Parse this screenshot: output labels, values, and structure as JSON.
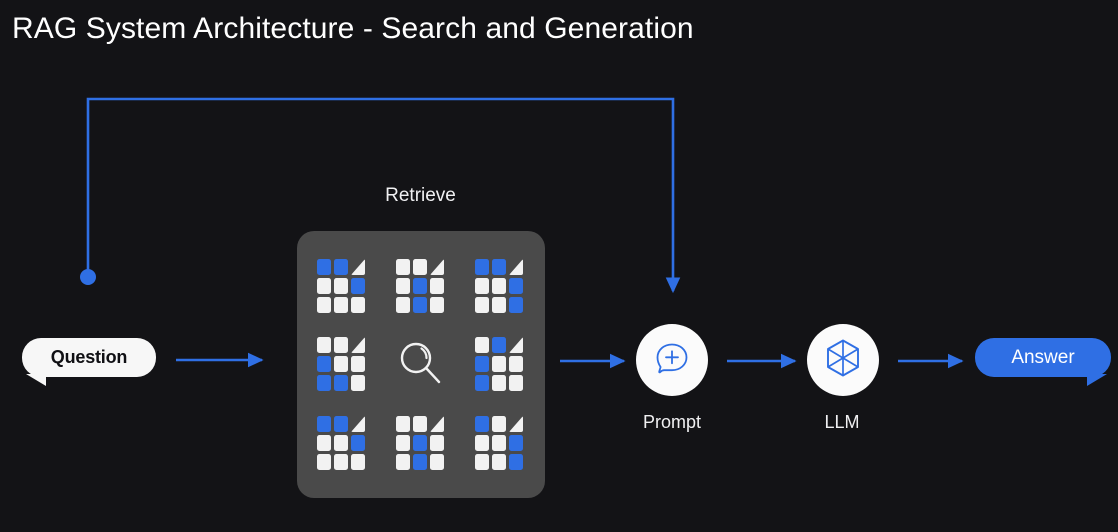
{
  "page": {
    "title": "RAG System Architecture - Search and Generation",
    "background_color": "#131316"
  },
  "colors": {
    "accent_blue": "#2f6fe4",
    "panel_gray": "#4a4a4a",
    "bubble_white": "#f7f7f7",
    "text_white": "#f0f0f2",
    "text_dark": "#101014"
  },
  "nodes": {
    "question": {
      "label": "Question",
      "type": "speech-bubble",
      "fill": "#f7f7f7",
      "text_color": "#101014"
    },
    "retrieve": {
      "label": "Retrieve",
      "panel_color": "#4a4a4a",
      "search_icon": "magnifier-icon",
      "documents": [
        {
          "name": "document-1",
          "cells": [
            "blue",
            "blue",
            "fold",
            "white",
            "white",
            "blue",
            "white",
            "white",
            "white"
          ]
        },
        {
          "name": "document-2",
          "cells": [
            "white",
            "white",
            "fold",
            "white",
            "blue",
            "white",
            "white",
            "blue",
            "white"
          ]
        },
        {
          "name": "document-3",
          "cells": [
            "blue",
            "blue",
            "fold",
            "white",
            "white",
            "blue",
            "white",
            "white",
            "blue"
          ]
        },
        {
          "name": "document-4",
          "cells": [
            "white",
            "white",
            "fold",
            "blue",
            "white",
            "white",
            "blue",
            "blue",
            "white"
          ]
        },
        {
          "name": "document-6",
          "cells": [
            "white",
            "blue",
            "fold",
            "blue",
            "white",
            "white",
            "blue",
            "white",
            "white"
          ]
        },
        {
          "name": "document-7",
          "cells": [
            "blue",
            "blue",
            "fold",
            "white",
            "white",
            "blue",
            "white",
            "white",
            "white"
          ]
        },
        {
          "name": "document-8",
          "cells": [
            "white",
            "white",
            "fold",
            "white",
            "blue",
            "white",
            "white",
            "blue",
            "white"
          ]
        },
        {
          "name": "document-9",
          "cells": [
            "blue",
            "white",
            "fold",
            "white",
            "white",
            "blue",
            "white",
            "white",
            "blue"
          ]
        }
      ]
    },
    "prompt": {
      "label": "Prompt",
      "icon": "chat-bubble-plus-icon",
      "circle_fill": "#fbfbfb",
      "icon_color": "#2f6fe4"
    },
    "llm": {
      "label": "LLM",
      "icon": "hexagon-cube-icon",
      "circle_fill": "#fbfbfb",
      "icon_color": "#2f6fe4"
    },
    "answer": {
      "label": "Answer",
      "type": "speech-bubble",
      "fill": "#2f6fe4",
      "text_color": "#ffffff"
    }
  },
  "connectors": [
    {
      "name": "question-to-retrieve",
      "type": "arrow",
      "color": "#2f6fe4"
    },
    {
      "name": "retrieve-to-prompt",
      "type": "arrow",
      "color": "#2f6fe4"
    },
    {
      "name": "prompt-to-llm",
      "type": "arrow",
      "color": "#2f6fe4"
    },
    {
      "name": "llm-to-answer",
      "type": "arrow",
      "color": "#2f6fe4"
    },
    {
      "name": "question-to-prompt-loop",
      "type": "elbow-arrow-with-dot",
      "color": "#2f6fe4"
    }
  ]
}
